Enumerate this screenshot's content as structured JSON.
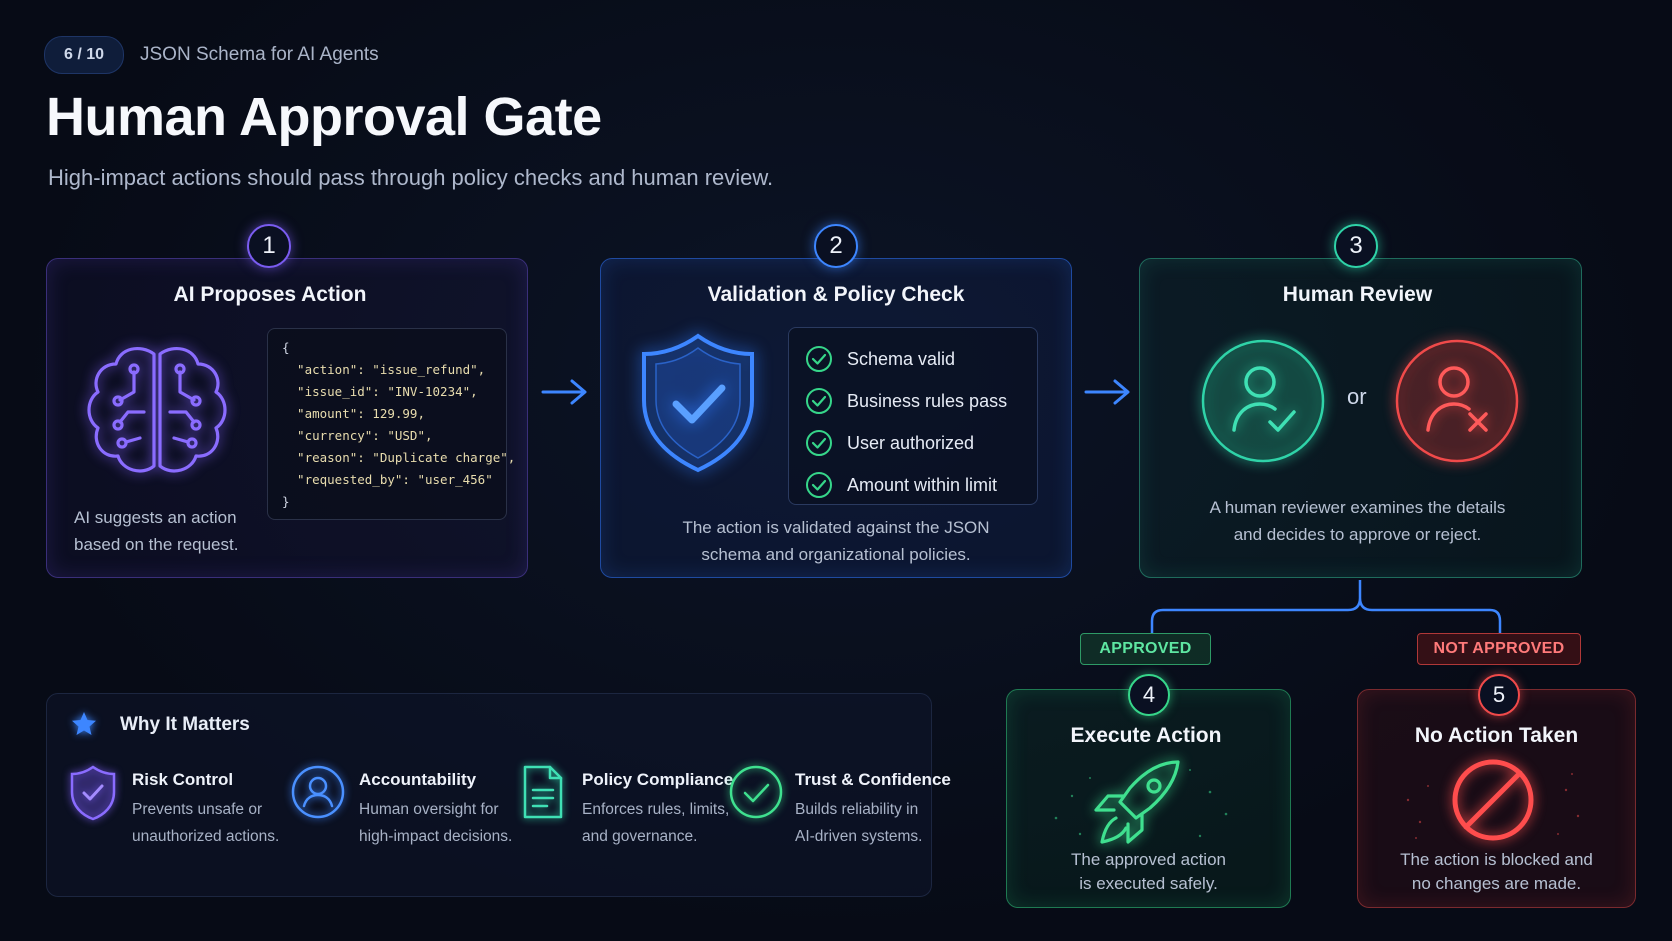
{
  "header": {
    "page_indicator": "6 / 10",
    "series_title": "JSON Schema for AI Agents",
    "title": "Human Approval Gate",
    "subtitle": "High-impact actions should pass through policy checks and human review."
  },
  "steps": [
    {
      "number": "1",
      "title": "AI Proposes Action",
      "desc_lines": [
        "AI suggests an action",
        "based on the request."
      ],
      "icon": "brain-circuit-icon",
      "code_lines": [
        "{",
        "  \"action\": \"issue_refund\",",
        "  \"issue_id\": \"INV-10234\",",
        "  \"amount\": 129.99,",
        "  \"currency\": \"USD\",",
        "  \"reason\": \"Duplicate charge\",",
        "  \"requested_by\": \"user_456\"",
        "}"
      ]
    },
    {
      "number": "2",
      "title": "Validation & Policy Check",
      "icon": "shield-check-icon",
      "checks": [
        "Schema valid",
        "Business rules pass",
        "User authorized",
        "Amount within limit"
      ],
      "desc_lines": [
        "The action is validated against the JSON",
        "schema and organizational policies."
      ]
    },
    {
      "number": "3",
      "title": "Human Review",
      "or_label": "or",
      "approve_icon": "user-check-icon",
      "reject_icon": "user-x-icon",
      "desc_lines": [
        "A human reviewer examines the details",
        "and decides to approve or reject."
      ]
    }
  ],
  "outcomes": {
    "approved": {
      "tag": "APPROVED",
      "number": "4",
      "title": "Execute Action",
      "icon": "rocket-icon",
      "desc_lines": [
        "The approved action",
        "is executed safely."
      ]
    },
    "rejected": {
      "tag": "NOT APPROVED",
      "number": "5",
      "title": "No Action Taken",
      "icon": "prohibited-icon",
      "desc_lines": [
        "The action is blocked and",
        "no changes are made."
      ]
    }
  },
  "why": {
    "title": "Why It Matters",
    "icon": "star-icon",
    "items": [
      {
        "title": "Risk Control",
        "desc_lines": [
          "Prevents unsafe or",
          "unauthorized actions."
        ],
        "icon": "shield-check-icon",
        "color": "#7a5cf0"
      },
      {
        "title": "Accountability",
        "desc_lines": [
          "Human oversight for",
          "high-impact decisions."
        ],
        "icon": "user-circle-icon",
        "color": "#3d86ff"
      },
      {
        "title": "Policy Compliance",
        "desc_lines": [
          "Enforces rules, limits,",
          "and governance."
        ],
        "icon": "document-icon",
        "color": "#2fd3a8"
      },
      {
        "title": "Trust & Confidence",
        "desc_lines": [
          "Builds reliability in",
          "AI-driven systems."
        ],
        "icon": "check-circle-icon",
        "color": "#36d68a"
      }
    ]
  },
  "colors": {
    "background": "#070c18",
    "purple": "#7a5cf0",
    "blue": "#3d86ff",
    "teal": "#2fd3a8",
    "green": "#36d68a",
    "red": "#f04a4a"
  }
}
